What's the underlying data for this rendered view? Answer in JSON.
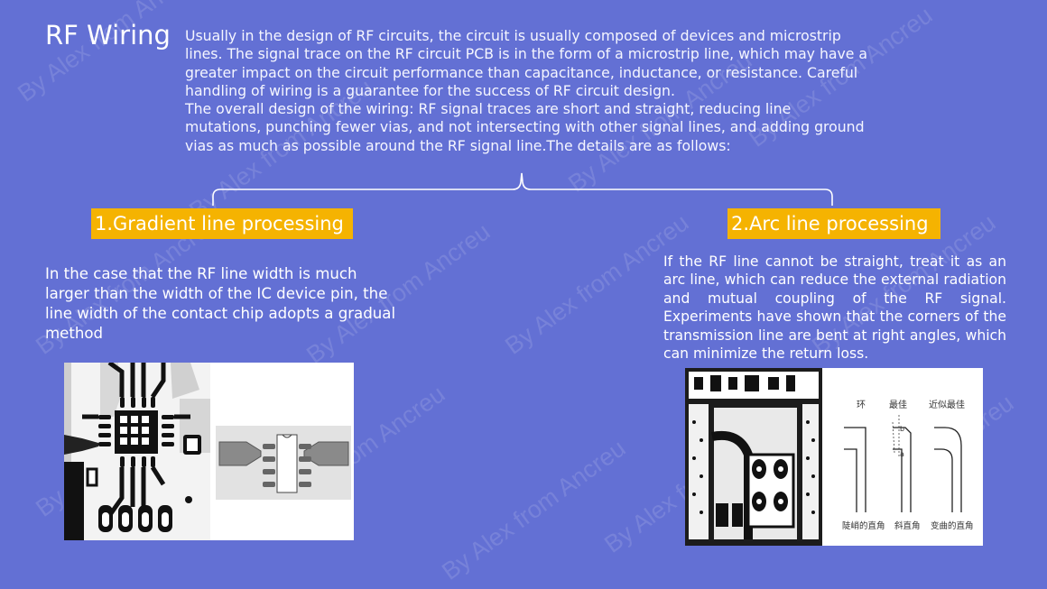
{
  "slide": {
    "title": "RF Wiring",
    "intro_paragraph_1": "Usually in the design of RF circuits, the circuit is usually composed of devices and microstrip lines. The signal trace on the RF circuit PCB is in the form of a microstrip line, which may have a greater impact on the circuit performance than capacitance, inductance, or resistance. Careful handling of wiring is a guarantee for the success of RF circuit design.",
    "intro_paragraph_2": "The overall design of the wiring: RF signal traces are short and straight, reducing line mutations, punching fewer vias, and not intersecting with other signal lines, and adding ground vias as much as possible around the RF signal line.The details are as follows:",
    "watermark": "By Alex from Ancreu"
  },
  "left_section": {
    "heading": "1.Gradient line processing",
    "description": "In the case that the RF line width is much larger than the width of the IC device pin, the line width of the contact chip adopts a gradual method"
  },
  "right_section": {
    "heading": "2.Arc line processing",
    "description": "If the RF line cannot be straight, treat it as an arc line, which can reduce the external radiation and mutual coupling of the RF signal. Experiments have shown that the corners of the transmission line are bent at right angles, which can minimize the return loss."
  },
  "diagram_labels": {
    "top": [
      "环",
      "最佳",
      "近似最佳"
    ],
    "bottom": [
      "陡峭的直角",
      "斜直角",
      "变曲的直角"
    ],
    "marks": [
      "b",
      "a"
    ]
  },
  "colors": {
    "background": "#6370d4",
    "heading_highlight": "#f5b301",
    "text": "#ffffff"
  }
}
